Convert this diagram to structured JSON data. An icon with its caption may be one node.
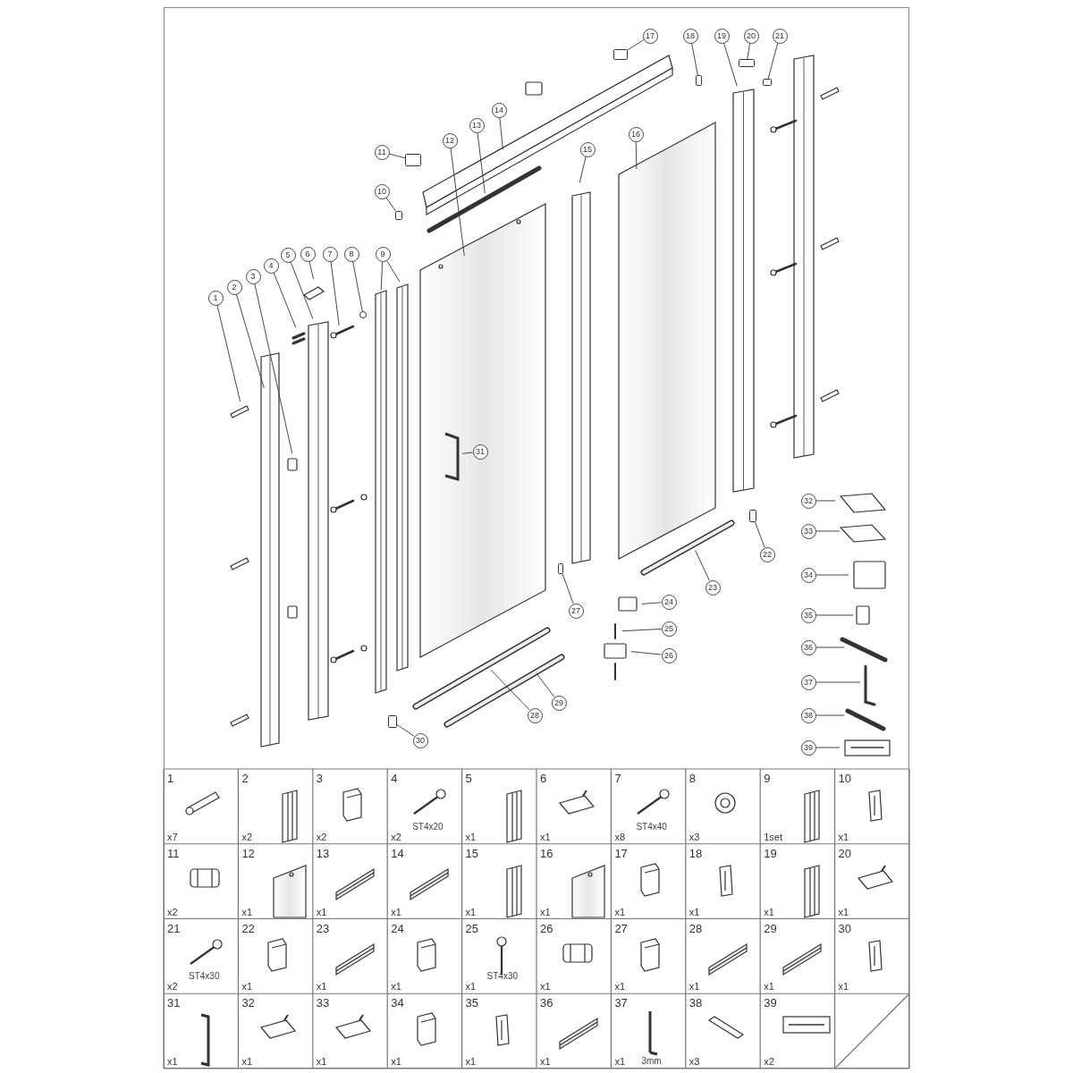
{
  "diagram": {
    "nodes": [
      {
        "text": [
          "1"
        ]
      },
      {
        "text": [
          "2"
        ]
      },
      {
        "text": [
          "3"
        ]
      },
      {
        "text": [
          "4"
        ]
      },
      {
        "text": [
          "5"
        ]
      },
      {
        "text": [
          "6"
        ]
      },
      {
        "text": [
          "7"
        ]
      },
      {
        "text": [
          "8"
        ]
      },
      {
        "text": [
          "9"
        ]
      },
      {
        "text": [
          "10"
        ]
      },
      {
        "text": [
          "11"
        ]
      },
      {
        "text": [
          "12"
        ]
      },
      {
        "text": [
          "13"
        ]
      },
      {
        "text": [
          "14"
        ]
      },
      {
        "text": [
          "15"
        ]
      },
      {
        "text": [
          "16"
        ]
      },
      {
        "text": [
          "17"
        ]
      },
      {
        "text": [
          "18"
        ]
      },
      {
        "text": [
          "19"
        ]
      },
      {
        "text": [
          "20"
        ]
      },
      {
        "text": [
          "21"
        ]
      },
      {
        "text": [
          "22"
        ]
      },
      {
        "text": [
          "23"
        ]
      },
      {
        "text": [
          "24"
        ]
      },
      {
        "text": [
          "25"
        ]
      },
      {
        "text": [
          "26"
        ]
      },
      {
        "text": [
          "27"
        ]
      },
      {
        "text": [
          "28"
        ]
      },
      {
        "text": [
          "29"
        ]
      },
      {
        "text": [
          "30"
        ]
      },
      {
        "text": [
          "31"
        ]
      },
      {
        "text": [
          "32"
        ]
      },
      {
        "text": [
          "33"
        ]
      },
      {
        "text": [
          "34"
        ]
      },
      {
        "text": [
          "35"
        ]
      },
      {
        "text": [
          "36"
        ]
      },
      {
        "text": [
          "37"
        ]
      },
      {
        "text": [
          "38"
        ]
      },
      {
        "text": [
          "39"
        ]
      },
      {
        "text": [],
        "shape": "circle"
      },
      {
        "text": [],
        "shape": "box"
      },
      {
        "text": [],
        "shape": "box"
      },
      {
        "text": [],
        "shape": "box"
      },
      {
        "text": [],
        "shape": "box"
      },
      {
        "text": [],
        "shape": "box"
      },
      {
        "text": [],
        "shape": "box"
      },
      {
        "text": [],
        "shape": "box"
      },
      {
        "text": [],
        "shape": "box"
      },
      {
        "text": [],
        "shape": "box"
      }
    ],
    "edges": [
      {
        "from": 0,
        "to": null,
        "arrow": "none"
      },
      {
        "from": 1,
        "to": null,
        "arrow": "none"
      },
      {
        "from": 2,
        "to": null,
        "arrow": "none"
      },
      {
        "from": 3,
        "to": null,
        "arrow": "none"
      },
      {
        "from": 4,
        "to": null,
        "arrow": "none"
      },
      {
        "from": 5,
        "to": null,
        "arrow": "none"
      },
      {
        "from": 6,
        "to": null,
        "arrow": "none"
      },
      {
        "from": 7,
        "to": 39,
        "arrow": "none"
      },
      {
        "from": 8,
        "to": null,
        "arrow": "none"
      },
      {
        "from": 8,
        "to": null,
        "arrow": "none"
      },
      {
        "from": 9,
        "to": 40,
        "arrow": "none"
      },
      {
        "from": 10,
        "to": 41,
        "arrow": "none"
      },
      {
        "from": 11,
        "to": null,
        "arrow": "none"
      },
      {
        "from": 12,
        "to": null,
        "arrow": "none"
      },
      {
        "from": 13,
        "to": null,
        "arrow": "none"
      },
      {
        "from": 14,
        "to": null,
        "arrow": "none"
      },
      {
        "from": 15,
        "to": null,
        "arrow": "none"
      },
      {
        "from": 16,
        "to": 42,
        "arrow": "none"
      },
      {
        "from": 17,
        "to": 43,
        "arrow": "none"
      },
      {
        "from": 18,
        "to": null,
        "arrow": "none"
      },
      {
        "from": 19,
        "to": 44,
        "arrow": "none"
      },
      {
        "from": 20,
        "to": 45,
        "arrow": "none"
      },
      {
        "from": 21,
        "to": 46,
        "arrow": "none"
      },
      {
        "from": 22,
        "to": null,
        "arrow": "none"
      },
      {
        "from": 23,
        "to": null,
        "arrow": "none"
      },
      {
        "from": 24,
        "to": null,
        "arrow": "none"
      },
      {
        "from": 25,
        "to": null,
        "arrow": "none"
      },
      {
        "from": 26,
        "to": 47,
        "arrow": "none"
      },
      {
        "from": 27,
        "to": null,
        "arrow": "none"
      },
      {
        "from": 28,
        "to": null,
        "arrow": "none"
      },
      {
        "from": 29,
        "to": 48,
        "arrow": "none"
      },
      {
        "from": 30,
        "to": null,
        "arrow": "none"
      },
      {
        "from": 31,
        "to": null,
        "arrow": "none"
      },
      {
        "from": 32,
        "to": null,
        "arrow": "none"
      },
      {
        "from": 33,
        "to": null,
        "arrow": "none"
      },
      {
        "from": 34,
        "to": null,
        "arrow": "none"
      },
      {
        "from": 35,
        "to": null,
        "arrow": "none"
      },
      {
        "from": 36,
        "to": null,
        "arrow": "none"
      },
      {
        "from": 37,
        "to": null,
        "arrow": "none"
      },
      {
        "from": 38,
        "to": null,
        "arrow": "none"
      }
    ],
    "labels": [
      "1",
      "x7",
      "2",
      "x2",
      "3",
      "x2",
      "4",
      "ST4x20",
      "x2",
      "5",
      "x1",
      "6",
      "x1",
      "7",
      "ST4x40",
      "x8",
      "8",
      "x3",
      "9",
      "1set",
      "10",
      "x1",
      "11",
      "x2",
      "12",
      "x1",
      "13",
      "x1",
      "14",
      "x1",
      "15",
      "x1",
      "16",
      "x1",
      "17",
      "x1",
      "18",
      "x1",
      "19",
      "x1",
      "20",
      "x1",
      "21",
      "ST4x30",
      "x2",
      "22",
      "x1",
      "23",
      "x1",
      "24",
      "x1",
      "25",
      "ST4x30",
      "x1",
      "26",
      "x1",
      "27",
      "x1",
      "28",
      "x1",
      "29",
      "x1",
      "30",
      "x1",
      "31",
      "x1",
      "32",
      "x1",
      "33",
      "x1",
      "34",
      "x1",
      "35",
      "x1",
      "36",
      "x1",
      "37",
      "3mm",
      "x1",
      "38",
      "x3",
      "39",
      "x2"
    ]
  }
}
